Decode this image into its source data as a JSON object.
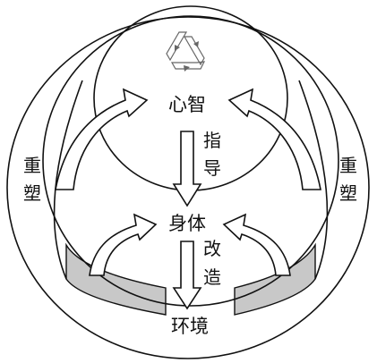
{
  "labels": {
    "mind": "心智",
    "body": "身体",
    "environment": "环境",
    "guide": [
      "指",
      "导"
    ],
    "transform": [
      "改",
      "造"
    ],
    "reshape_left": [
      "重",
      "塑"
    ],
    "reshape_right": [
      "重",
      "塑"
    ]
  },
  "icons": {
    "top": "recycle-triangle-icon"
  },
  "colors": {
    "stroke": "#111111",
    "fill_gray": "#c8c8c8",
    "background": "#ffffff"
  }
}
